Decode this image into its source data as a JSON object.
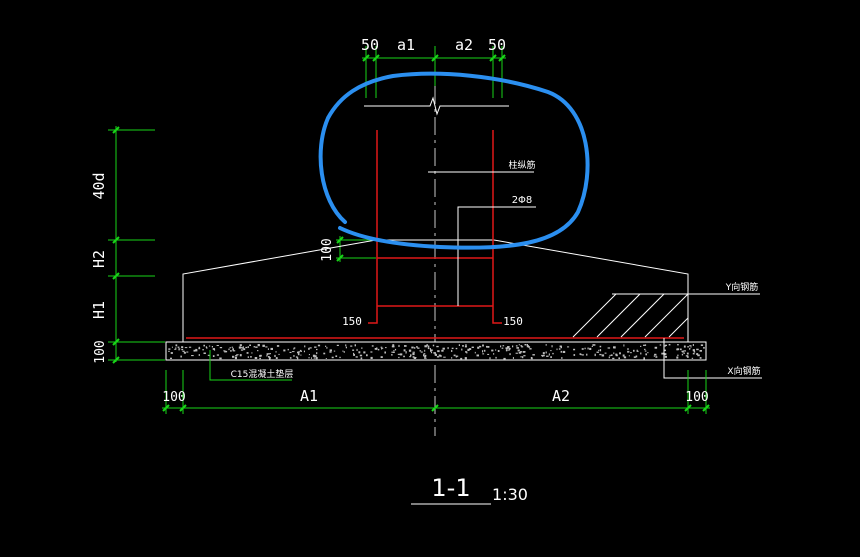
{
  "colors": {
    "background": "#000000",
    "dimension_lines": "#18d418",
    "outline": "#ffffff",
    "rebar": "#e01818",
    "markup": "#2b8ff0",
    "gray_centerline": "#c8c8c8"
  },
  "top_dims": {
    "d1": "50",
    "d2": "a1",
    "d3": "a2",
    "d4": "50"
  },
  "left_dims": {
    "d1": "40d",
    "d2": "H2",
    "d3": "H1",
    "d4": "100",
    "d5": "100"
  },
  "bottom_dims": {
    "d1": "100",
    "d2": "A1",
    "d3": "A2",
    "d4": "100"
  },
  "bar_hooks": {
    "left": "150",
    "right": "150"
  },
  "labels": {
    "column_rebar": "柱纵筋",
    "stirrup": "2Φ8",
    "y_rebar": "Y向钢筋",
    "x_rebar": "X向钢筋",
    "cushion": "C15混凝土垫层"
  },
  "section": {
    "name": "1-1",
    "scale": "1:30"
  }
}
